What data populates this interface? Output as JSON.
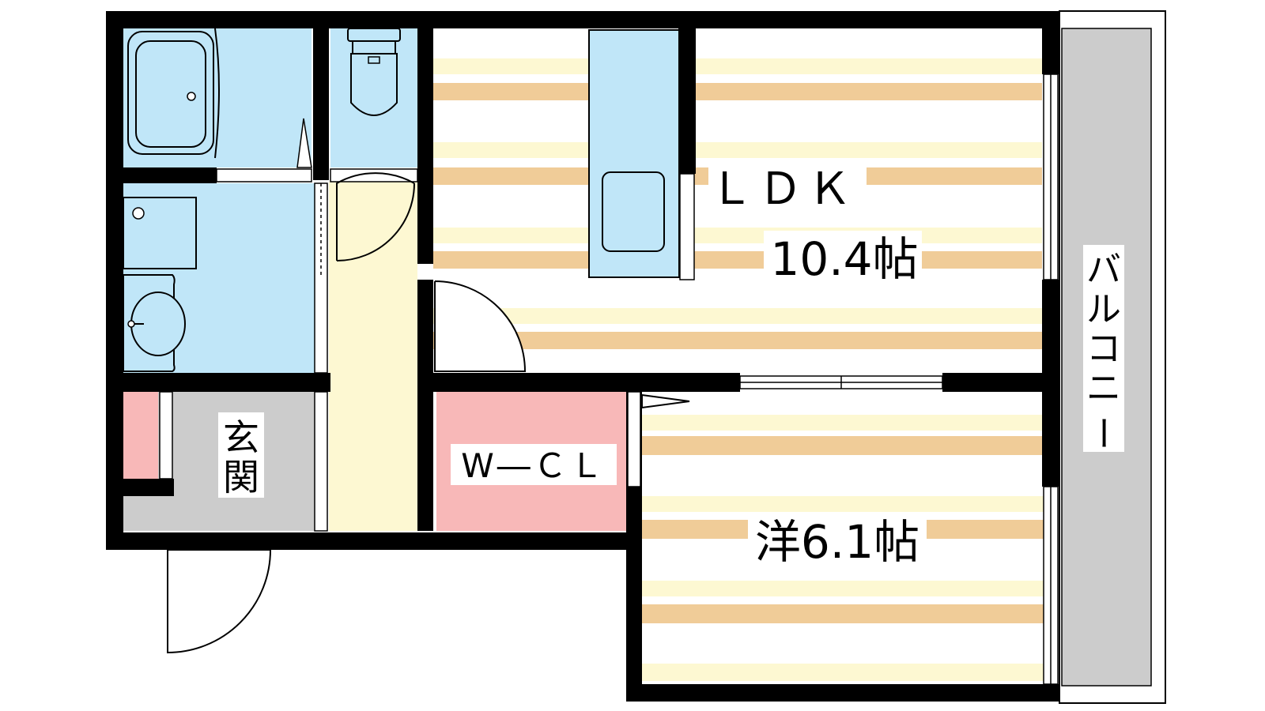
{
  "rooms": {
    "ldk": {
      "name": "ＬＤＫ",
      "size": "10.4帖"
    },
    "western": {
      "label": "洋6.1帖"
    },
    "wcl": {
      "label": "W―ＣＬ"
    },
    "entrance": {
      "line1": "玄",
      "line2": "関"
    },
    "balcony": {
      "chars": [
        "バ",
        "ル",
        "コ",
        "ニ",
        "ー"
      ]
    }
  },
  "colors": {
    "wall": "#000000",
    "wet_area": "#c0e6f8",
    "hallway": "#fdf8d2",
    "closet": "#f8b8b8",
    "entrance_floor": "#cccccc",
    "balcony": "#cccccc",
    "stripe_dark": "#f0cc98",
    "stripe_light": "#fdf8d2"
  }
}
